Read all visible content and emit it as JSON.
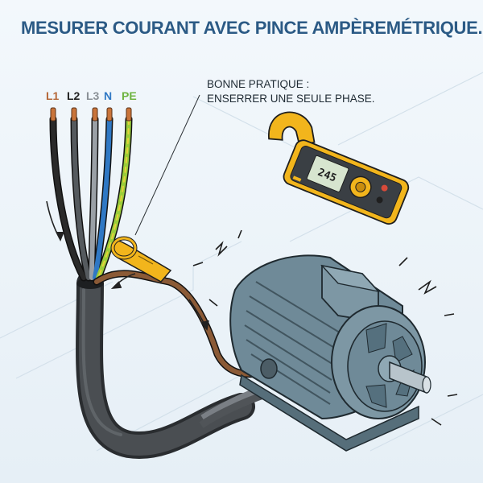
{
  "title": "MESURER COURANT AVEC PINCE AMPÈREMÉTRIQUE.",
  "callout": {
    "line1": "BONNE PRATIQUE :",
    "line2": "ENSERRER UNE SEULE PHASE."
  },
  "wires": [
    {
      "label": "L1",
      "color": "#b5683a"
    },
    {
      "label": "L2",
      "color": "#222222"
    },
    {
      "label": "L3",
      "color": "#8a9096"
    },
    {
      "label": "N",
      "color": "#2f78c4"
    },
    {
      "label": "PE",
      "color": "#6db33f"
    }
  ],
  "meter": {
    "reading": "245"
  },
  "colors": {
    "title": "#2b5a85",
    "meter_body": "#f2b51c",
    "motor_body": "#6f8a98",
    "cable_sheath": "#3a3d40"
  }
}
